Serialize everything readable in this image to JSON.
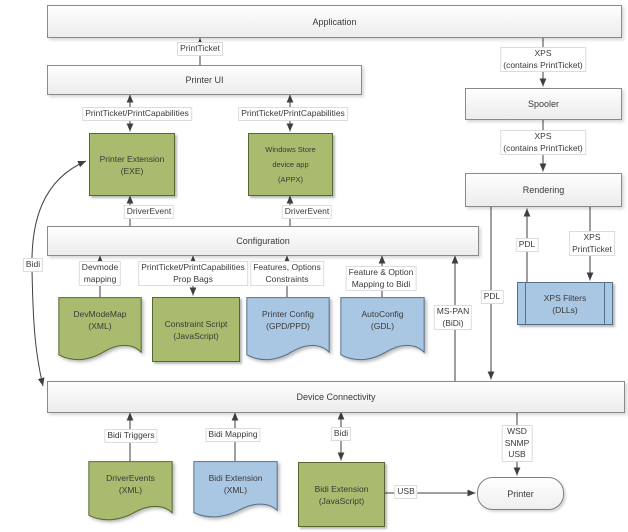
{
  "colors": {
    "green_fill": "#a8bb6e",
    "green_border": "#5a662f",
    "blue_fill": "#a9c6e2",
    "blue_border": "#54718c",
    "bar_fill": "#f5f5f5",
    "bar_border": "#8a8a8a",
    "connector": "#3f3f3f",
    "text": "#3a3a3a",
    "label_bg": "#ffffff"
  },
  "bars": {
    "application": {
      "label": "Application"
    },
    "printer_ui": {
      "label": "Printer UI"
    },
    "configuration": {
      "label": "Configuration"
    },
    "device_connectivity": {
      "label": "Device Connectivity"
    },
    "spooler": {
      "label": "Spooler"
    },
    "rendering": {
      "label": "Rendering"
    }
  },
  "nodes": {
    "printer_extension": {
      "shape": "rect",
      "color": "green",
      "lines": [
        "Printer Extension",
        "(EXE)"
      ]
    },
    "windows_store_app": {
      "shape": "rect",
      "color": "green",
      "lines": [
        "Windows Store",
        "device app",
        "(APPX)"
      ]
    },
    "devmodemap": {
      "shape": "document",
      "color": "green",
      "lines": [
        "DevModeMap",
        "(XML)"
      ]
    },
    "constraint_script": {
      "shape": "rect",
      "color": "green",
      "lines": [
        "Constraint Script",
        "(JavaScript)"
      ]
    },
    "printer_config": {
      "shape": "document",
      "color": "blue",
      "lines": [
        "Printer Config",
        "(GPD/PPD)"
      ]
    },
    "autoconfig": {
      "shape": "document",
      "color": "blue",
      "lines": [
        "AutoConfig",
        "(GDL)"
      ]
    },
    "xps_filters": {
      "shape": "predefined-process",
      "color": "blue",
      "lines": [
        "XPS Filters",
        "(DLLs)"
      ]
    },
    "driverevents": {
      "shape": "document",
      "color": "green",
      "lines": [
        "DriverEvents",
        "(XML)"
      ]
    },
    "bidi_extension_xml": {
      "shape": "document",
      "color": "blue",
      "lines": [
        "Bidi Extension",
        "(XML)"
      ]
    },
    "bidi_extension_js": {
      "shape": "rect",
      "color": "green",
      "lines": [
        "Bidi Extension",
        "(JavaScript)"
      ]
    },
    "printer": {
      "shape": "stadium",
      "color": "white",
      "lines": [
        "Printer"
      ]
    }
  },
  "labels": {
    "printticket": {
      "lines": [
        "PrintTicket"
      ]
    },
    "ptpc_left": {
      "lines": [
        "PrintTicket/PrintCapabilities"
      ]
    },
    "ptpc_right": {
      "lines": [
        "PrintTicket/PrintCapabilities"
      ]
    },
    "driverevent_left": {
      "lines": [
        "DriverEvent"
      ]
    },
    "driverevent_right": {
      "lines": [
        "DriverEvent"
      ]
    },
    "bidi_curve": {
      "lines": [
        "Bidi"
      ]
    },
    "devmode_mapping": {
      "lines": [
        "Devmode",
        "mapping"
      ]
    },
    "ptpc_propbags": {
      "lines": [
        "PrintTicket/PrintCapabilities",
        "Prop Bags"
      ]
    },
    "features_options": {
      "lines": [
        "Features, Options",
        "Constraints"
      ]
    },
    "feature_option_bidi": {
      "lines": [
        "Feature & Option",
        "Mapping to Bidi"
      ]
    },
    "ms_pan": {
      "lines": [
        "MS-PAN",
        "(BiDi)"
      ]
    },
    "pdl_long": {
      "lines": [
        "PDL"
      ]
    },
    "pdl_short": {
      "lines": [
        "PDL"
      ]
    },
    "xps_printticket": {
      "lines": [
        "XPS",
        "PrintTicket"
      ]
    },
    "xps_contains_1": {
      "lines": [
        "XPS",
        "(contains PrintTicket)"
      ]
    },
    "xps_contains_2": {
      "lines": [
        "XPS",
        "(contains PrintTicket)"
      ]
    },
    "bidi_triggers": {
      "lines": [
        "Bidi Triggers"
      ]
    },
    "bidi_mapping": {
      "lines": [
        "Bidi Mapping"
      ]
    },
    "bidi_bottom": {
      "lines": [
        "Bidi"
      ]
    },
    "usb": {
      "lines": [
        "USB"
      ]
    },
    "wsd_snmp_usb": {
      "lines": [
        "WSD",
        "SNMP",
        "USB"
      ]
    }
  }
}
